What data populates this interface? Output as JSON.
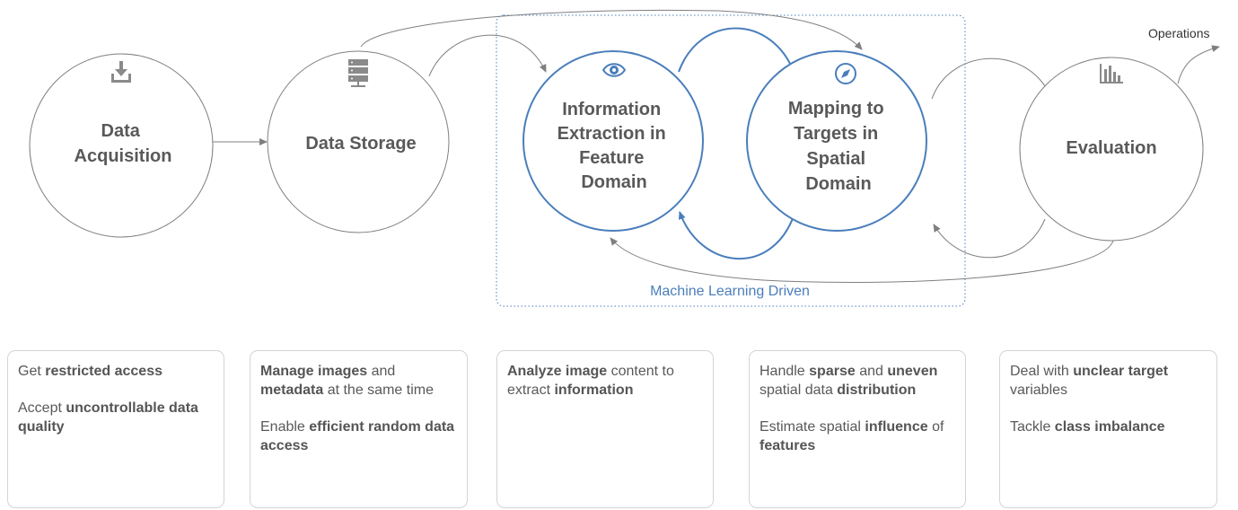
{
  "nodes": [
    {
      "id": "data-acquisition",
      "lines": [
        "Data",
        "Acquisition"
      ],
      "icon": "download-icon"
    },
    {
      "id": "data-storage",
      "lines": [
        "Data Storage"
      ],
      "icon": "server-icon"
    },
    {
      "id": "information-extraction",
      "lines": [
        "Information",
        "Extraction in",
        "Feature",
        "Domain"
      ],
      "icon": "eye-icon"
    },
    {
      "id": "mapping-targets",
      "lines": [
        "Mapping to",
        "Targets in",
        "Spatial",
        "Domain"
      ],
      "icon": "compass-icon"
    },
    {
      "id": "evaluation",
      "lines": [
        "Evaluation"
      ],
      "icon": "bar-chart-icon"
    }
  ],
  "ml_region_label": "Machine Learning Driven",
  "operations_label": "Operations",
  "colors": {
    "accent": "#4a7ebb",
    "gray": "#7f7f7f",
    "text": "#555555"
  },
  "cards": [
    {
      "paragraphs": [
        [
          {
            "t": "Get "
          },
          {
            "t": "restricted access",
            "b": true
          }
        ],
        [
          {
            "t": "Accept "
          },
          {
            "t": "uncontrollable data quality",
            "b": true
          }
        ]
      ]
    },
    {
      "paragraphs": [
        [
          {
            "t": "Manage images",
            "b": true
          },
          {
            "t": " and "
          },
          {
            "t": "metadata",
            "b": true
          },
          {
            "t": " at the same time"
          }
        ],
        [
          {
            "t": "Enable "
          },
          {
            "t": "efficient random data access",
            "b": true
          }
        ]
      ]
    },
    {
      "paragraphs": [
        [
          {
            "t": "Analyze image",
            "b": true
          },
          {
            "t": " content to extract "
          },
          {
            "t": "information",
            "b": true
          }
        ]
      ]
    },
    {
      "paragraphs": [
        [
          {
            "t": "Handle "
          },
          {
            "t": "sparse",
            "b": true
          },
          {
            "t": " and "
          },
          {
            "t": "uneven",
            "b": true
          },
          {
            "t": " spatial data "
          },
          {
            "t": "distribution",
            "b": true
          }
        ],
        [
          {
            "t": "Estimate spatial "
          },
          {
            "t": "influence",
            "b": true
          },
          {
            "t": " of "
          },
          {
            "t": "features",
            "b": true
          }
        ]
      ]
    },
    {
      "paragraphs": [
        [
          {
            "t": "Deal with "
          },
          {
            "t": "unclear target",
            "b": true
          },
          {
            "t": " variables"
          }
        ],
        [
          {
            "t": "Tackle "
          },
          {
            "t": "class imbalance",
            "b": true
          }
        ]
      ]
    }
  ]
}
